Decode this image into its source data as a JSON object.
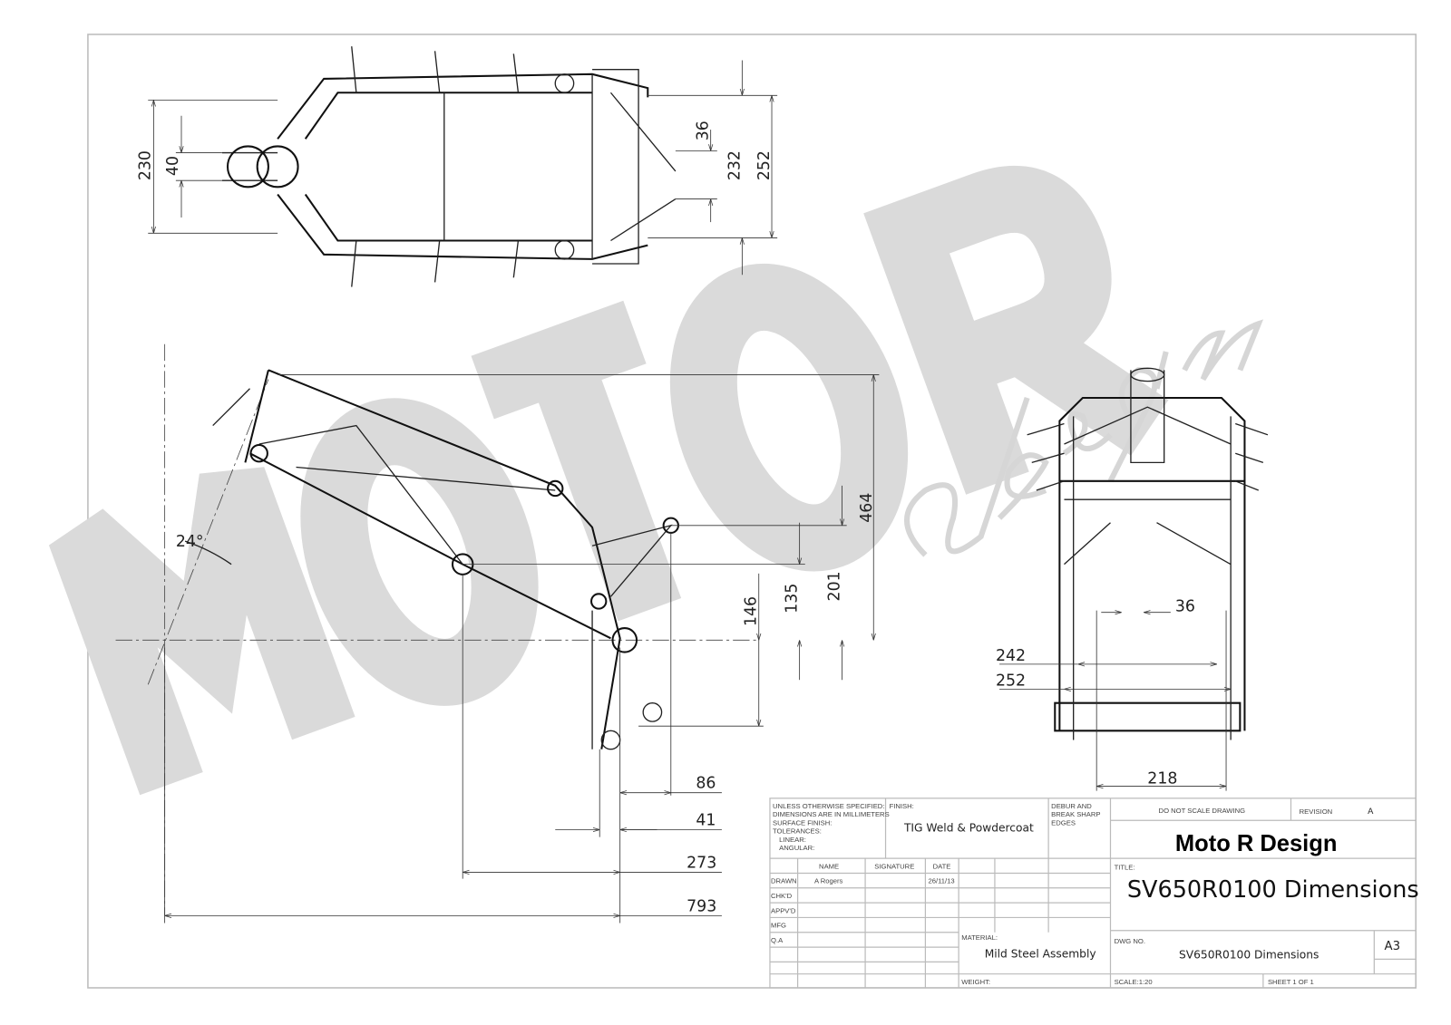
{
  "watermark": {
    "big": "MOTO R",
    "script": "design"
  },
  "top_view": {
    "dims": [
      "230",
      "40",
      "36",
      "232",
      "252"
    ]
  },
  "side_view": {
    "angle": "24°",
    "dims_v": [
      "464",
      "201",
      "135",
      "146"
    ],
    "dims_h": [
      "86",
      "41",
      "273",
      "793"
    ]
  },
  "front_view": {
    "dims": [
      "36",
      "242",
      "252",
      "218"
    ]
  },
  "title_block": {
    "spec_lines": [
      "UNLESS OTHERWISE SPECIFIED:",
      "DIMENSIONS ARE IN MILLIMETERS",
      "SURFACE FINISH:",
      "TOLERANCES:",
      "LINEAR:",
      "ANGULAR:"
    ],
    "finish_label": "FINISH:",
    "finish": "TIG Weld & Powdercoat",
    "debur": [
      "DEBUR AND",
      "BREAK SHARP",
      "EDGES"
    ],
    "headers": {
      "name": "NAME",
      "signature": "SIGNATURE",
      "date": "DATE"
    },
    "roles": [
      "DRAWN",
      "CHK'D",
      "APPV'D",
      "MFG",
      "Q.A"
    ],
    "drawn_name": "A Rogers",
    "drawn_date": "26/11/13",
    "material_label": "MATERIAL:",
    "material": "Mild Steel Assembly",
    "weight_label": "WEIGHT:",
    "do_not_scale": "DO NOT SCALE DRAWING",
    "revision_label": "REVISION",
    "revision": "A",
    "company": "Moto R Design",
    "title_label": "TITLE:",
    "title": "SV650R0100 Dimensions",
    "dwg_label": "DWG NO.",
    "dwg_no": "SV650R0100 Dimensions",
    "size": "A3",
    "scale": "SCALE:1:20",
    "sheet": "SHEET 1 OF 1"
  }
}
